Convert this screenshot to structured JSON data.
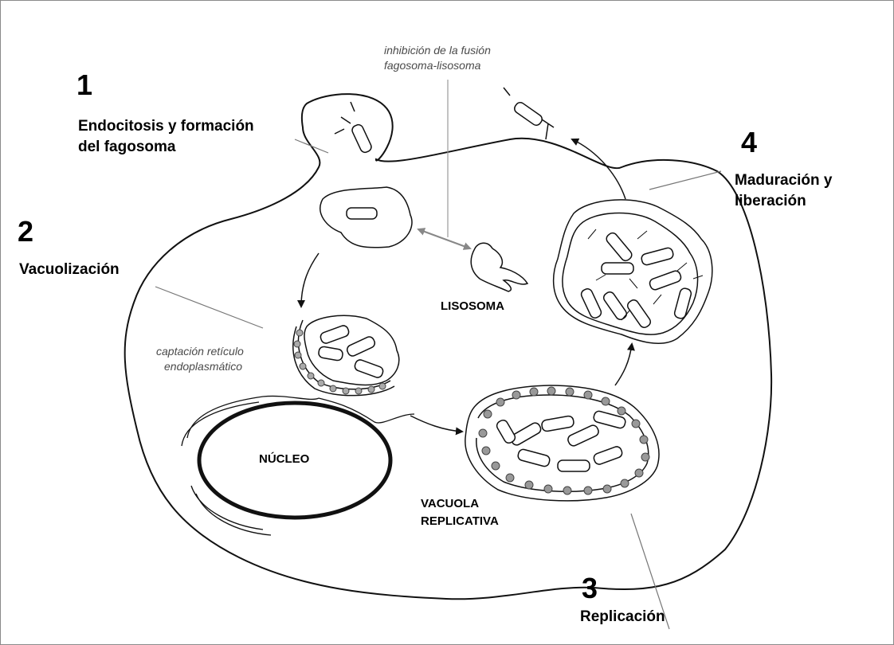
{
  "steps": [
    {
      "number": "1",
      "title_line1": "Endocitosis y formación",
      "title_line2": "del fagosoma"
    },
    {
      "number": "2",
      "title_line1": "Vacuolización",
      "title_line2": ""
    },
    {
      "number": "3",
      "title_line1": "Replicación",
      "title_line2": ""
    },
    {
      "number": "4",
      "title_line1": "Maduración y",
      "title_line2": "liberación"
    }
  ],
  "labels": {
    "lisosoma": "LISOSOMA",
    "nucleo": "NÚCLEO",
    "vacuola_line1": "VACUOLA",
    "vacuola_line2": "REPLICATIVA"
  },
  "notes": {
    "inhibicion_line1": "inhibición de la fusión",
    "inhibicion_line2": "fagosoma-lisosoma",
    "captacion_line1": "captación retículo",
    "captacion_line2": "endoplasmático"
  }
}
